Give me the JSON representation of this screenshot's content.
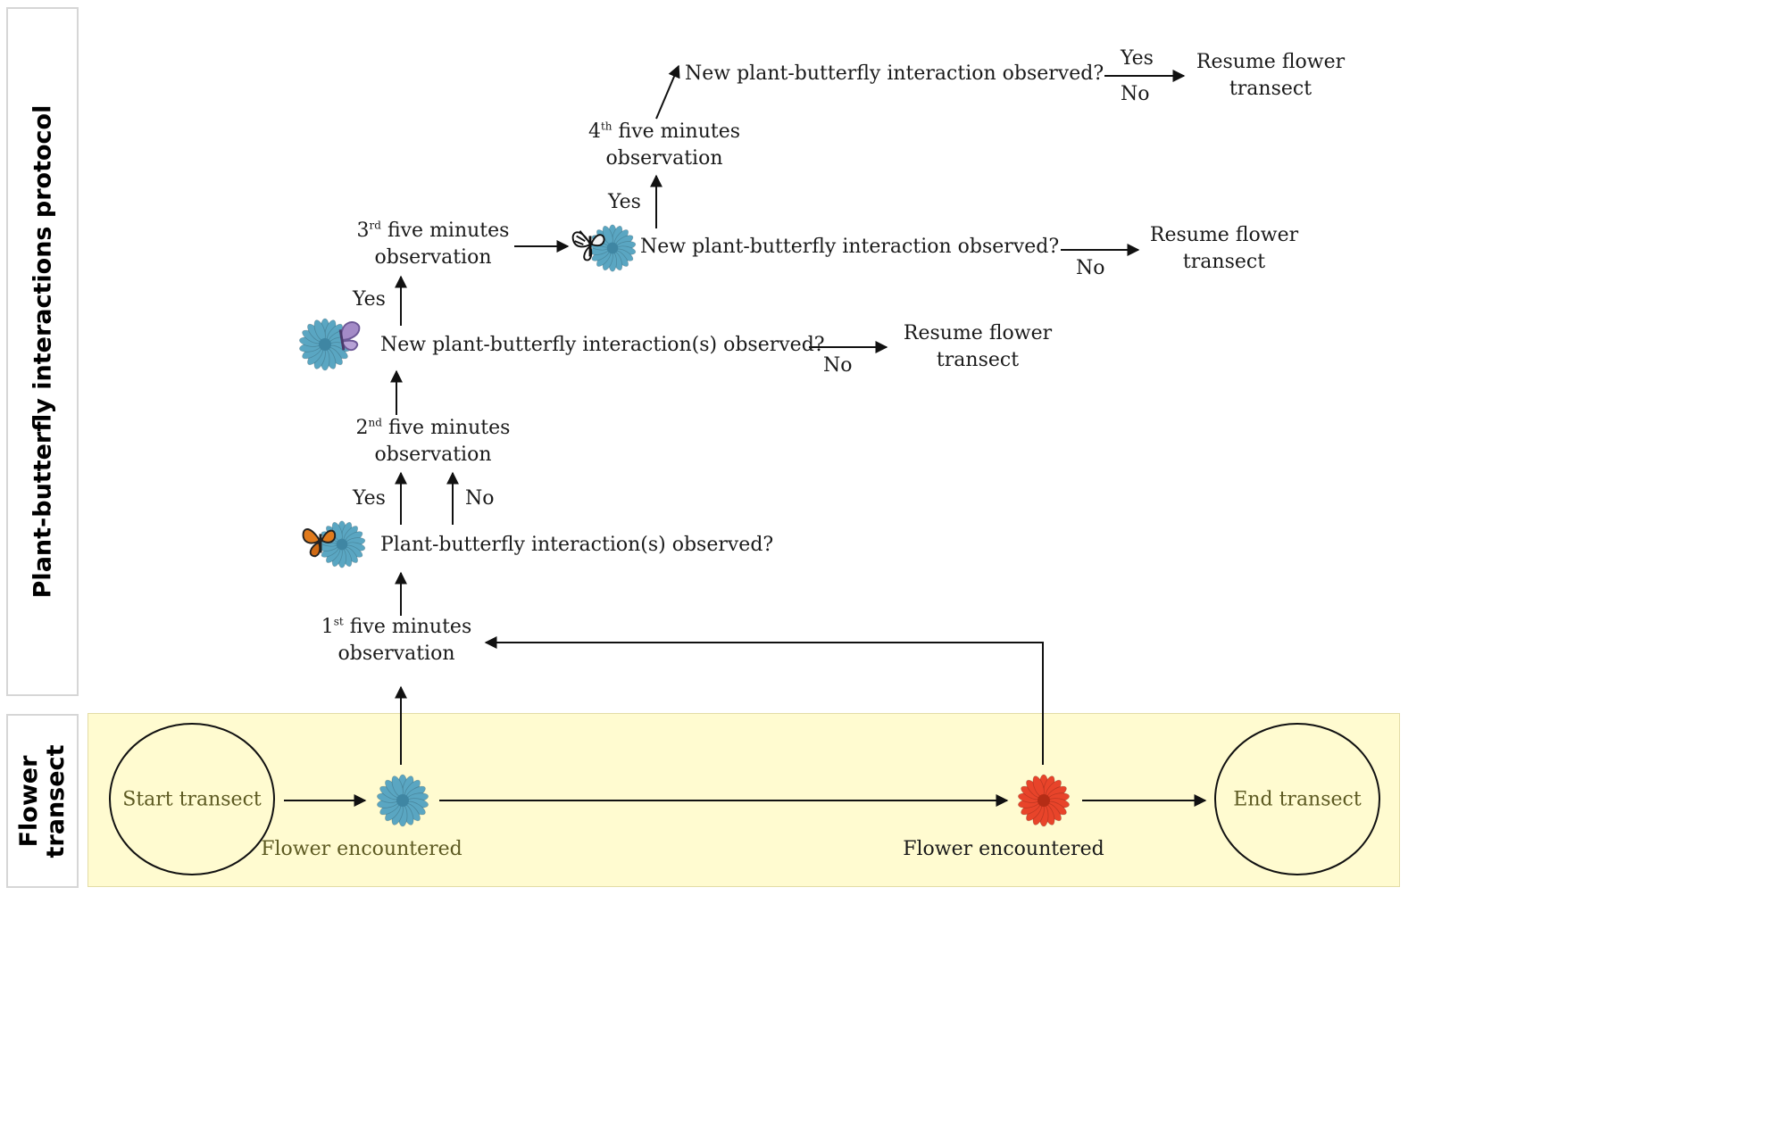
{
  "lanes": {
    "protocol_title": "Plant-butterfly interactions protocol",
    "transect_title_line1": "Flower",
    "transect_title_line2": "transect"
  },
  "transect": {
    "start": "Start transect",
    "end": "End transect",
    "flower_encountered_1": "Flower encountered",
    "flower_encountered_2": "Flower encountered"
  },
  "obs1": {
    "num": "1",
    "sup": "st",
    "line1_rest": " five minutes",
    "line2": "observation"
  },
  "q1": "Plant-butterfly interaction(s) observed?",
  "q1_yes": "Yes",
  "q1_no": "No",
  "obs2": {
    "num": "2",
    "sup": "nd",
    "line1_rest": " five minutes",
    "line2": "observation"
  },
  "q2": "New plant-butterfly interaction(s) observed?",
  "q2_yes": "Yes",
  "q2_no": "No",
  "resume2": {
    "line1": "Resume flower",
    "line2": "transect"
  },
  "obs3": {
    "num": "3",
    "sup": "rd",
    "line1_rest": " five minutes",
    "line2": "observation"
  },
  "q3": "New plant-butterfly interaction observed?",
  "q3_yes": "Yes",
  "q3_no": "No",
  "resume3": {
    "line1": "Resume flower",
    "line2": "transect"
  },
  "obs4": {
    "num": "4",
    "sup": "th",
    "line1_rest": " five minutes",
    "line2": "observation"
  },
  "q4": "New plant-butterfly interaction observed?",
  "q4_yes": "Yes",
  "q4_no": "No",
  "resume4": {
    "line1": "Resume flower",
    "line2": "transect"
  },
  "colors": {
    "band_fill": "#fffbd0",
    "blue_flower": "#5aa6c2",
    "red_flower": "#e8442a",
    "monarch": "#e07a1c",
    "purple_butterfly": "#a48bc7",
    "text_olive": "#5d5a22"
  },
  "icons": [
    "blue-flower-icon",
    "red-flower-icon",
    "monarch-butterfly-icon",
    "purple-butterfly-icon",
    "black-white-butterfly-icon"
  ]
}
